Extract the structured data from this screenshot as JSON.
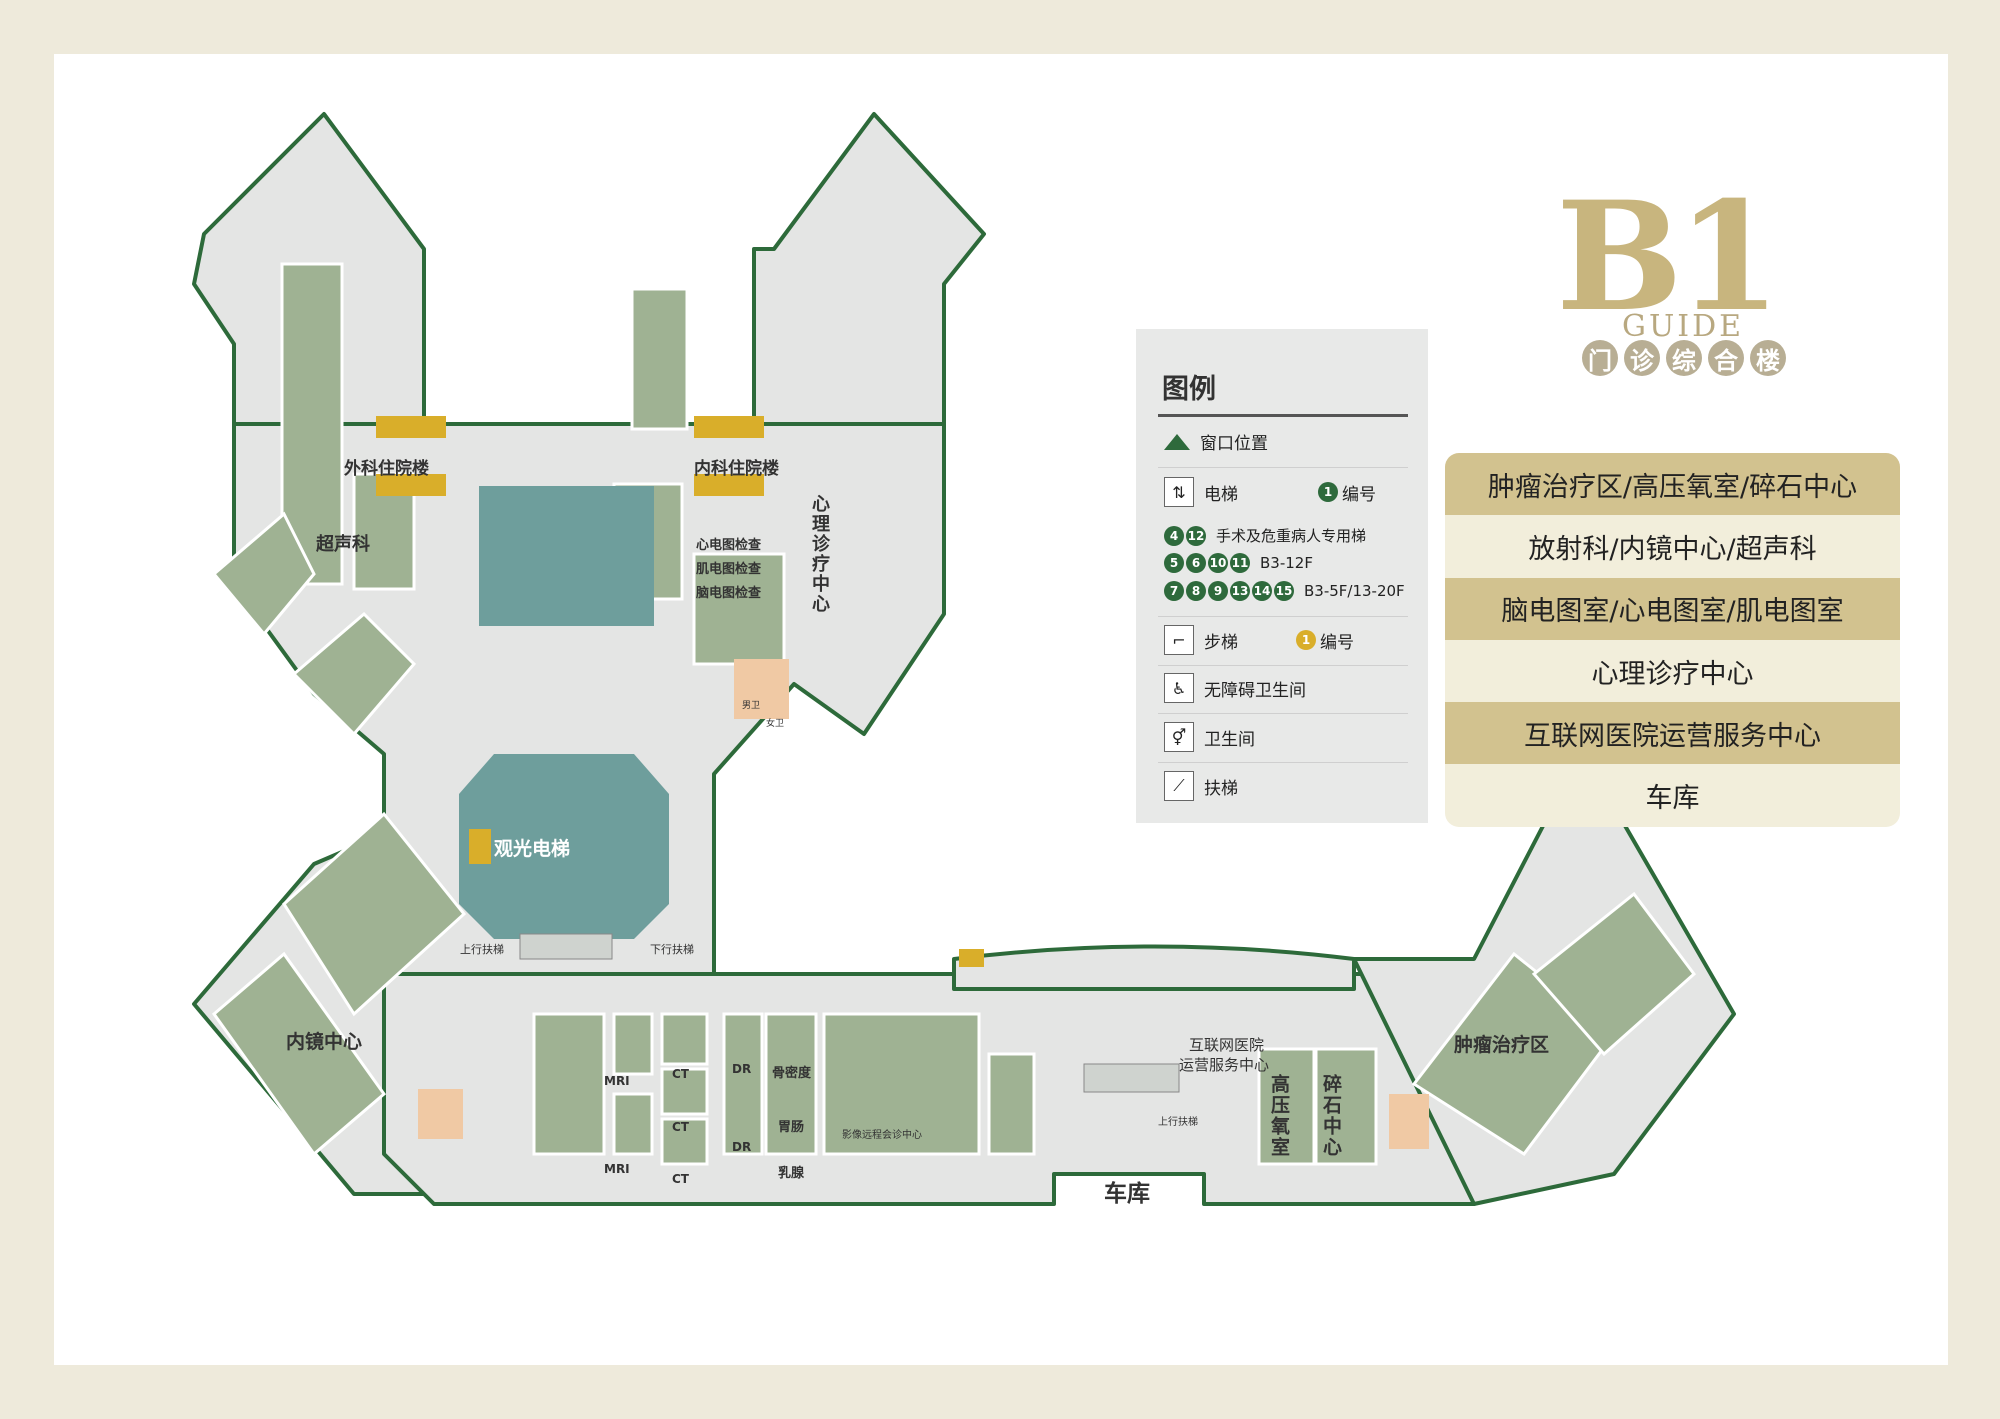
{
  "header": {
    "floor": "B1",
    "guide": "GUIDE",
    "building_chars": [
      "门",
      "诊",
      "综",
      "合",
      "楼"
    ]
  },
  "legend": {
    "title": "图例",
    "window": "窗口位置",
    "elevator": "电梯",
    "elevator_number": "编号",
    "elevator_rows": [
      {
        "numbers": [
          "4",
          "12"
        ],
        "text": "手术及危重病人专用梯"
      },
      {
        "numbers": [
          "5",
          "6",
          "10",
          "11"
        ],
        "text": "B3-12F"
      },
      {
        "numbers": [
          "7",
          "8",
          "9",
          "13",
          "14",
          "15"
        ],
        "text": "B3-5F/13-20F"
      }
    ],
    "stairs": "步梯",
    "stairs_number": "编号",
    "accessible_wc": "无障碍卫生间",
    "wc": "卫生间",
    "escalator": "扶梯",
    "sample_number": "1"
  },
  "floors": [
    "肿瘤治疗区/高压氧室/碎石中心",
    "放射科/内镜中心/超声科",
    "脑电图室/心电图室/肌电图室",
    "心理诊疗中心",
    "互联网医院运营服务中心",
    "车库"
  ],
  "map_labels": {
    "surgery_ward": "外科住院楼",
    "medicine_ward": "内科住院楼",
    "ultrasound": "超声科",
    "psych_center": "心理诊疗中心",
    "ecg": "心电图检查",
    "emg": "肌电图检查",
    "eeg": "脑电图检查",
    "sightseeing_elevator": "观光电梯",
    "up_escalator": "上行扶梯",
    "down_escalator": "下行扶梯",
    "endoscopy": "内镜中心",
    "internet_hospital_1": "互联网医院",
    "internet_hospital_2": "运营服务中心",
    "oncology": "肿瘤治疗区",
    "hyperbaric": "高压氧室",
    "lithotripsy": "碎石中心",
    "garage": "车库",
    "mri": "MRI",
    "ct": "CT",
    "dr": "DR",
    "bone_density": "骨密度",
    "gastro": "胃肠",
    "mammo": "乳腺",
    "imaging_consult": "影像远程会诊中心",
    "up_escalator_2": "上行扶梯",
    "male_wc": "男卫",
    "female_wc": "女卫"
  },
  "colors": {
    "corridor": "#e4e5e4",
    "room": "#9fb293",
    "outline": "#2d6a3a",
    "water": "#6e9e9c",
    "elevator_yellow": "#d9ae2a",
    "wc_peach": "#f0c9a4"
  }
}
